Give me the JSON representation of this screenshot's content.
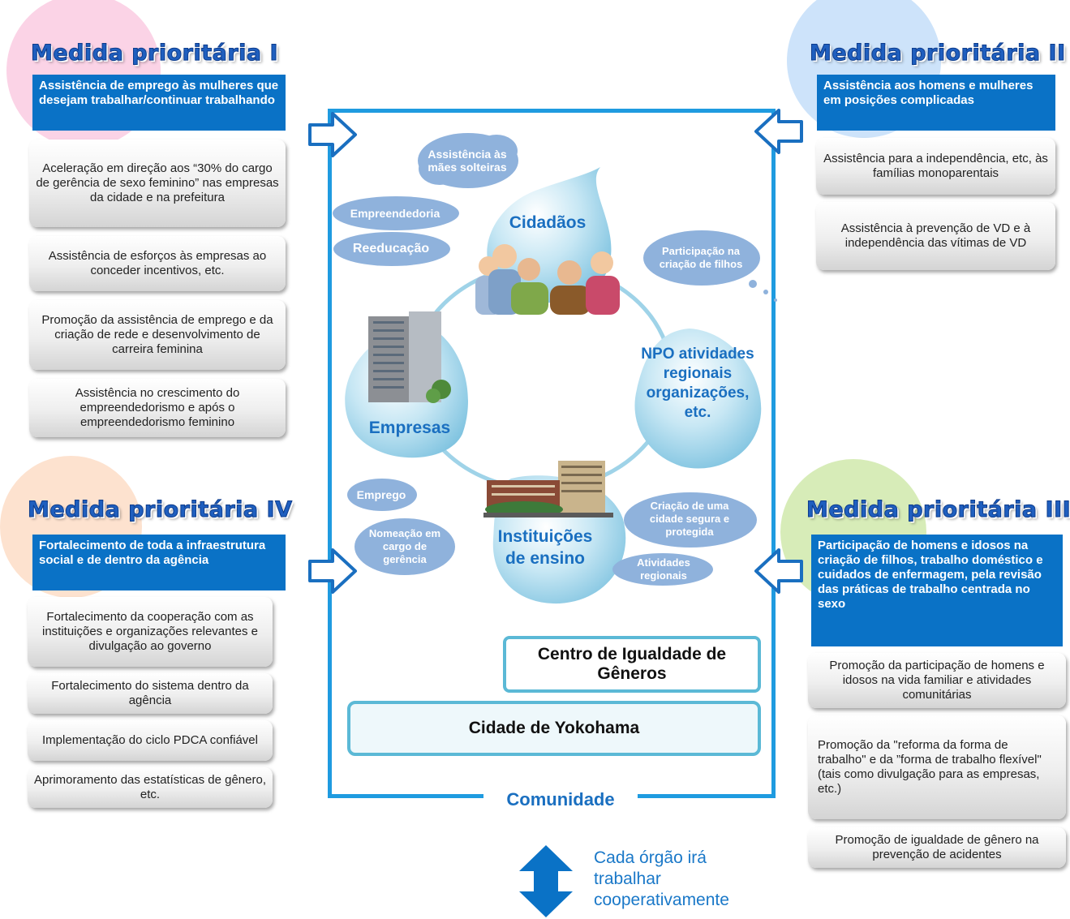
{
  "measures": {
    "m1": {
      "title": "Medida prioritária I",
      "header": "Assistência de emprego às mulheres que desejam trabalhar/continuar trabalhando",
      "items": [
        "Aceleração em direção aos “30% do cargo de gerência de sexo feminino” nas empresas da cidade e na prefeitura",
        "Assistência de esforços às empresas ao conceder incentivos, etc.",
        "Promoção da assistência de emprego e da criação de rede e desenvolvimento de carreira feminina",
        "Assistência no crescimento do empreendedorismo e após o empreendedorismo feminino"
      ]
    },
    "m2": {
      "title": "Medida prioritária II",
      "header": "Assistência aos homens e mulheres em posições complicadas",
      "items": [
        "Assistência para a independência, etc, às famílias monoparentais",
        "Assistência à prevenção de VD e à independência das vítimas de VD"
      ]
    },
    "m3": {
      "title": "Medida prioritária III",
      "header": "Participação de homens e idosos na criação de filhos, trabalho doméstico e cuidados de enfermagem, pela revisão das práticas de trabalho centrada no sexo",
      "items": [
        "Promoção da participação de homens e idosos na vida familiar e atividades comunitárias",
        "Promoção da \"reforma da forma de trabalho\" e da ”forma de trabalho flexível\" (tais como divulgação para as empresas, etc.)",
        "Promoção de igualdade de gênero na prevenção de acidentes"
      ]
    },
    "m4": {
      "title": "Medida prioritária IV",
      "header": "Fortalecimento de toda a infraestrutura social e de dentro da agência",
      "items": [
        "Fortalecimento da cooperação com as instituições e organizações relevantes e divulgação ao governo",
        "Fortalecimento do sistema dentro da agência",
        "Implementação do ciclo PDCA confiável",
        "Aprimoramento das estatísticas de gênero, etc."
      ]
    }
  },
  "community": {
    "label": "Comunidade",
    "gender_center": "Centro de Igualdade de Gêneros",
    "city": "Cidade de Yokohama",
    "drops": {
      "citizens": "Cidadãos",
      "companies": "Empresas",
      "npo": "NPO atividades regionais organizações, etc.",
      "education": "Instituições de ensino"
    },
    "clouds": {
      "single_mothers": "Assistência às mães solteiras",
      "entrepreneurship": "Empreendedoria",
      "reeducation": "Reeducação",
      "childcare": "Participação na criação de filhos",
      "employment": "Emprego",
      "management": "Nomeação em cargo de gerência",
      "safe_city": "Criação de uma cidade segura e protegida",
      "regional": "Atividades regionais"
    }
  },
  "cooperation": "Cada órgão irá trabalhar cooperativamente",
  "colors": {
    "accent": "#0a72c6",
    "frame": "#1f9be0",
    "cloud": "#8fb2dc",
    "drop": "#a9d8ec"
  }
}
